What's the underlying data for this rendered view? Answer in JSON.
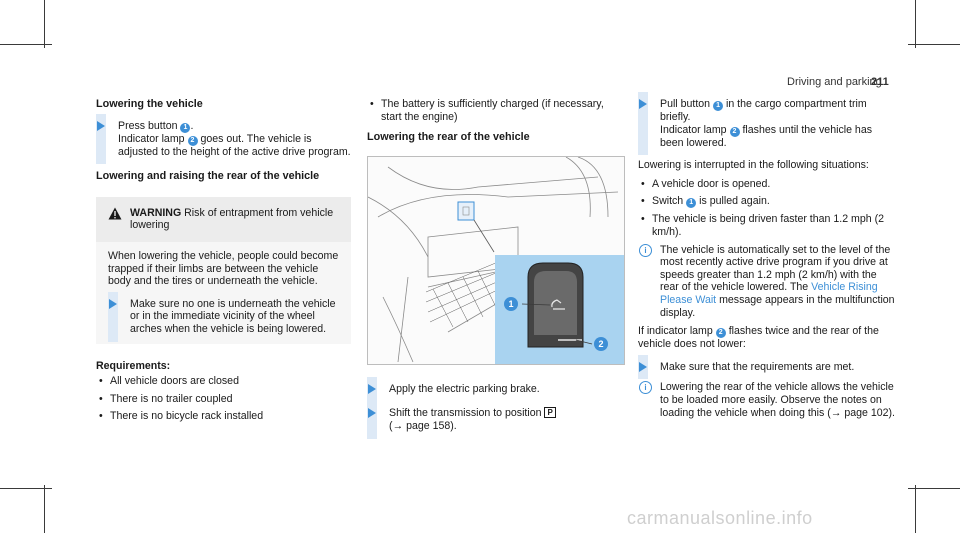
{
  "header": {
    "section": "Driving and parking",
    "page_number": "211"
  },
  "col1": {
    "heading": "Lowering the vehicle",
    "step1": {
      "a": "Press button",
      "b": ".",
      "c": "Indicator lamp",
      "d": "goes out. The vehicle is adjusted to the height of the active drive program."
    },
    "heading2": "Lowering and raising the rear of the vehicle",
    "warning": {
      "label": "WARNING",
      "title": "Risk of entrapment from vehicle lowering",
      "body": "When lowering the vehicle, people could become trapped if their limbs are between the vehicle body and the tires or underneath the vehicle.",
      "step": "Make sure no one is underneath the vehicle or in the immediate vicinity of the wheel arches when the vehicle is being lowered."
    },
    "req_heading": "Requirements:",
    "requirements": [
      "All vehicle doors are closed",
      "There is no trailer coupled",
      "There is no bicycle rack installed"
    ]
  },
  "col2": {
    "bullet": "The battery is sufficiently charged (if necessary, start the engine)",
    "heading": "Lowering the rear of the vehicle",
    "step1": "Apply the electric parking brake.",
    "step2_a": "Shift the transmission to position",
    "gear": "P",
    "step2_b": "(→ page 158)."
  },
  "col3": {
    "step1": {
      "a": "Pull button",
      "b": "in the cargo compartment trim briefly.",
      "c": "Indicator lamp",
      "d": "flashes until the vehicle has been lowered."
    },
    "interrupt": "Lowering is interrupted in the following situations:",
    "bullets": {
      "b0": "A vehicle door is opened.",
      "b1a": "Switch",
      "b1b": "is pulled again.",
      "b2": "The vehicle is being driven faster than 1.2 mph (2 km/h)."
    },
    "note1_a": "The vehicle is automatically set to the level of the most recently active drive program if you drive at speeds greater than 1.2 mph (2 km/h) with the rear of the vehicle lowered. The",
    "note1_link": "Vehicle Rising Please Wait",
    "note1_b": "message appears in the multifunction display.",
    "para_a": "If indicator lamp",
    "para_b": "flashes twice and the rear of the vehicle does not lower:",
    "step2": "Make sure that the requirements are met.",
    "note2": "Lowering the rear of the vehicle allows the vehicle to be loaded more easily. Observe the notes on loading the vehicle when doing this (→ page 102)."
  },
  "markers": {
    "one": "1",
    "two": "2"
  },
  "watermark": "carmanualsonline.info",
  "colors": {
    "accent": "#3d8fd6",
    "step_bar": "#dde9f6",
    "warning_bg": "#ececec"
  }
}
